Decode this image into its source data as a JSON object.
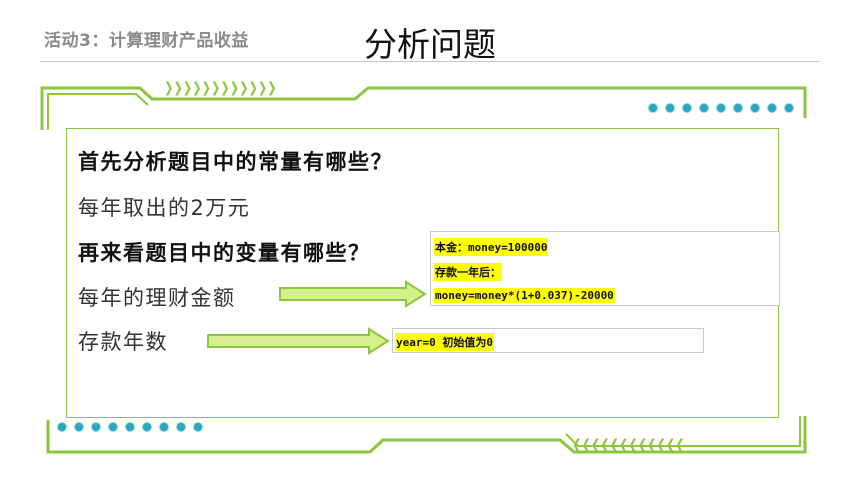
{
  "header": {
    "activity": "活动3：计算理财产品收益",
    "title": "分析问题"
  },
  "colors": {
    "frame_green": "#8cc63f",
    "dot_teal": "#2aa6c0",
    "highlight_yellow": "#ffff00",
    "arrow_fill": "#d4f08a"
  },
  "content": {
    "question_constants": "首先分析题目中的常量有哪些？",
    "answer_constants": "每年取出的2万元",
    "question_variables": "再来看题目中的变量有哪些？",
    "variable_money": "每年的理财金额",
    "variable_years": "存款年数"
  },
  "code_money": {
    "line1": "本金：money=100000",
    "line2": "存款一年后：",
    "line3": "money=money*(1+0.037)-20000"
  },
  "code_year": {
    "line1": "year=0    初始值为0"
  },
  "decor": {
    "chevron_right": "❯❯❯❯❯❯❯❯❯❯❯❯",
    "chevron_left": "❮❮❮❮❮❮❮❮❮❮❮❮"
  }
}
